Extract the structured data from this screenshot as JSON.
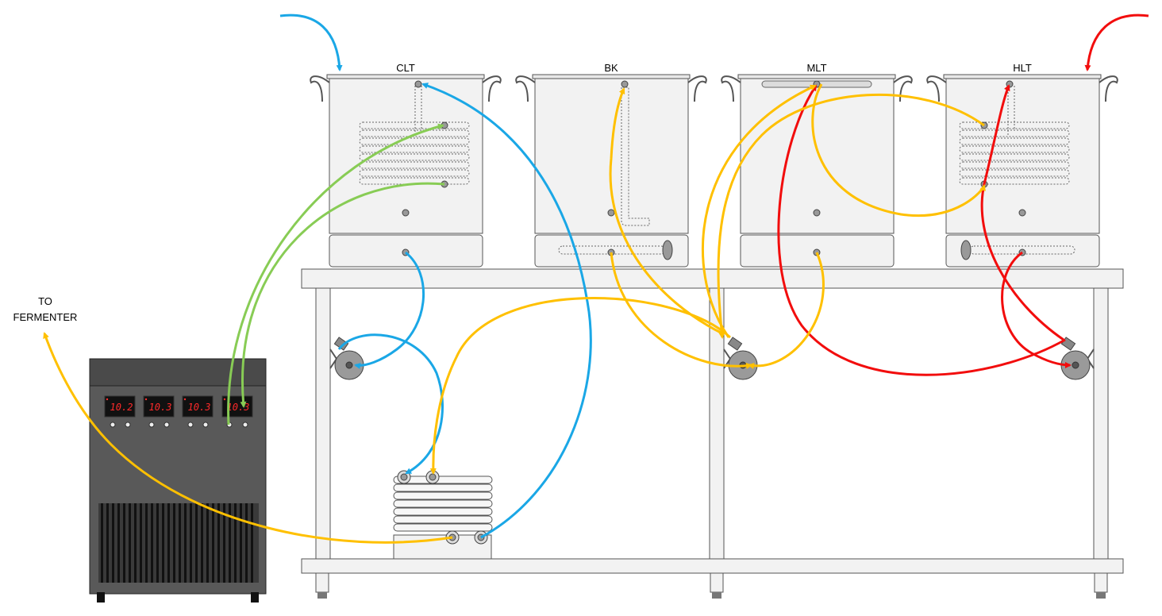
{
  "vessels": [
    {
      "label": "CLT"
    },
    {
      "label": "BK"
    },
    {
      "label": "MLT"
    },
    {
      "label": "HLT"
    }
  ],
  "fermenter_label": [
    "TO",
    "FERMENTER"
  ],
  "controller": {
    "displays": [
      "10.2",
      "10.3",
      "10.3",
      "10.3"
    ]
  },
  "colors": {
    "cold_water": "#1aa7e6",
    "hot_water": "#f20d0d",
    "wort": "#ffc000",
    "glycol": "#88cc55",
    "cabinet": "#595959",
    "steel": "#f2f2f2"
  }
}
